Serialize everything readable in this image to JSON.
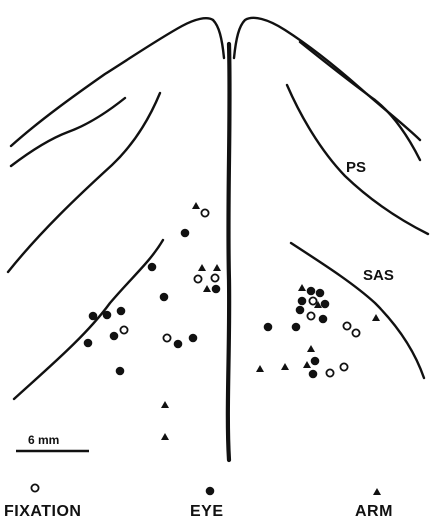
{
  "labels": {
    "ps": "PS",
    "sas": "SAS",
    "scale_bar": "6 mm"
  },
  "legend": [
    {
      "key": "fixation",
      "label": "FIXATION",
      "symbol": "open-circle"
    },
    {
      "key": "eye",
      "label": "EYE",
      "symbol": "filled-circle"
    },
    {
      "key": "arm",
      "label": "ARM",
      "symbol": "filled-triangle"
    }
  ],
  "colors": {
    "ink": "#111111",
    "background": "#ffffff"
  }
}
